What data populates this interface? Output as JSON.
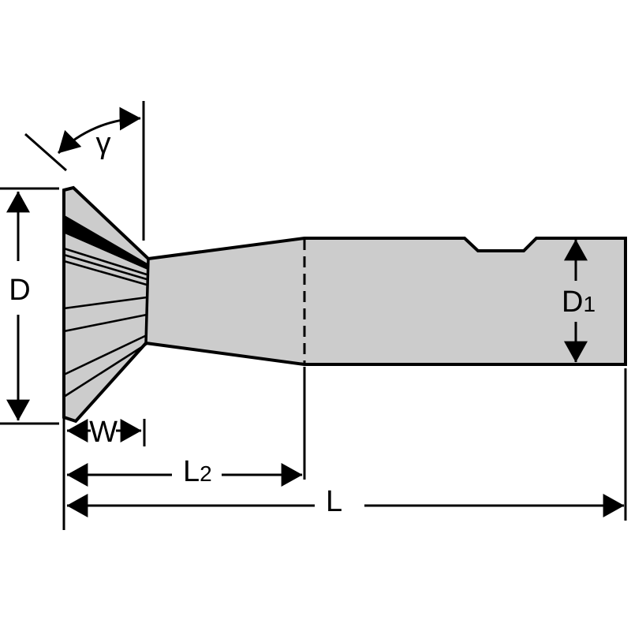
{
  "drawing": {
    "background": "#ffffff",
    "body_fill": "#cccccc",
    "line_color": "#000000",
    "labels": {
      "gamma": "γ",
      "diameter": "D",
      "shank_diameter_main": "D",
      "shank_diameter_sub": "1",
      "face_width": "W",
      "length_l2_main": "L",
      "length_l2_sub": "2",
      "overall_length": "L"
    }
  }
}
